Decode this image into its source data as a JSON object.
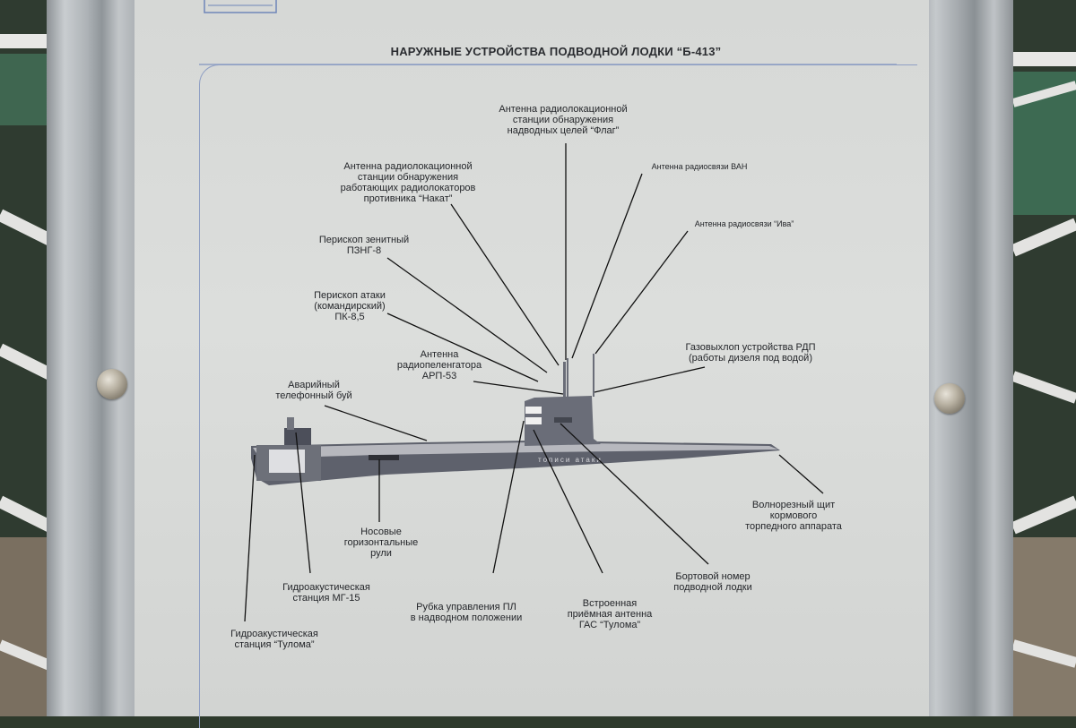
{
  "title": "НАРУЖНЫЕ УСТРОЙСТВА ПОДВОДНОЙ ЛОДКИ “Б-413”",
  "hull_marking": "тописи атаки",
  "labels": {
    "flag_radar": "Антенна радиолокационной\nстанции обнаружения\nнадводных целей “Флаг”",
    "van_antenna": "Антенна радиосвязи ВАН",
    "iva_antenna": "Антенна радиосвязи “Ива”",
    "nakat_antenna": "Антенна радиолокационной\nстанции обнаружения\nработающих радиолокаторов\nпротивника “Накат”",
    "pzng_periscope": "Перископ зенитный\nПЗНГ-8",
    "attack_periscope": "Перископ атаки\n(командирский)\nПК-8,5",
    "arp_antenna": "Антенна\nрадиопеленгатора\nАРП-53",
    "rdp_exhaust": "Газовыхлоп устройства РДП\n(работы дизеля под водой)",
    "phone_buoy": "Аварийный\nтелефонный буй",
    "bow_rudders": "Носовые\nгоризонтальные\nрули",
    "wave_shield": "Волнорезный щит\nкормового\nторпедного аппарата",
    "mg15_station": "Гидроакустическая\nстанция МГ-15",
    "control_room": "Рубка управления ПЛ\nв надводном положении",
    "gas_antenna": "Встроенная\nприёмная антенна\nГАС “Тулома”",
    "hull_number": "Бортовой номер\nподводной лодки",
    "tuloma_station": "Гидроакустическая\nстанция “Тулома”"
  },
  "colors": {
    "panel": "#d8dad8",
    "frame": "#a7acb0",
    "border_line": "#8f9fc4",
    "hull": "#6a6d78",
    "leader_line": "#111111"
  }
}
